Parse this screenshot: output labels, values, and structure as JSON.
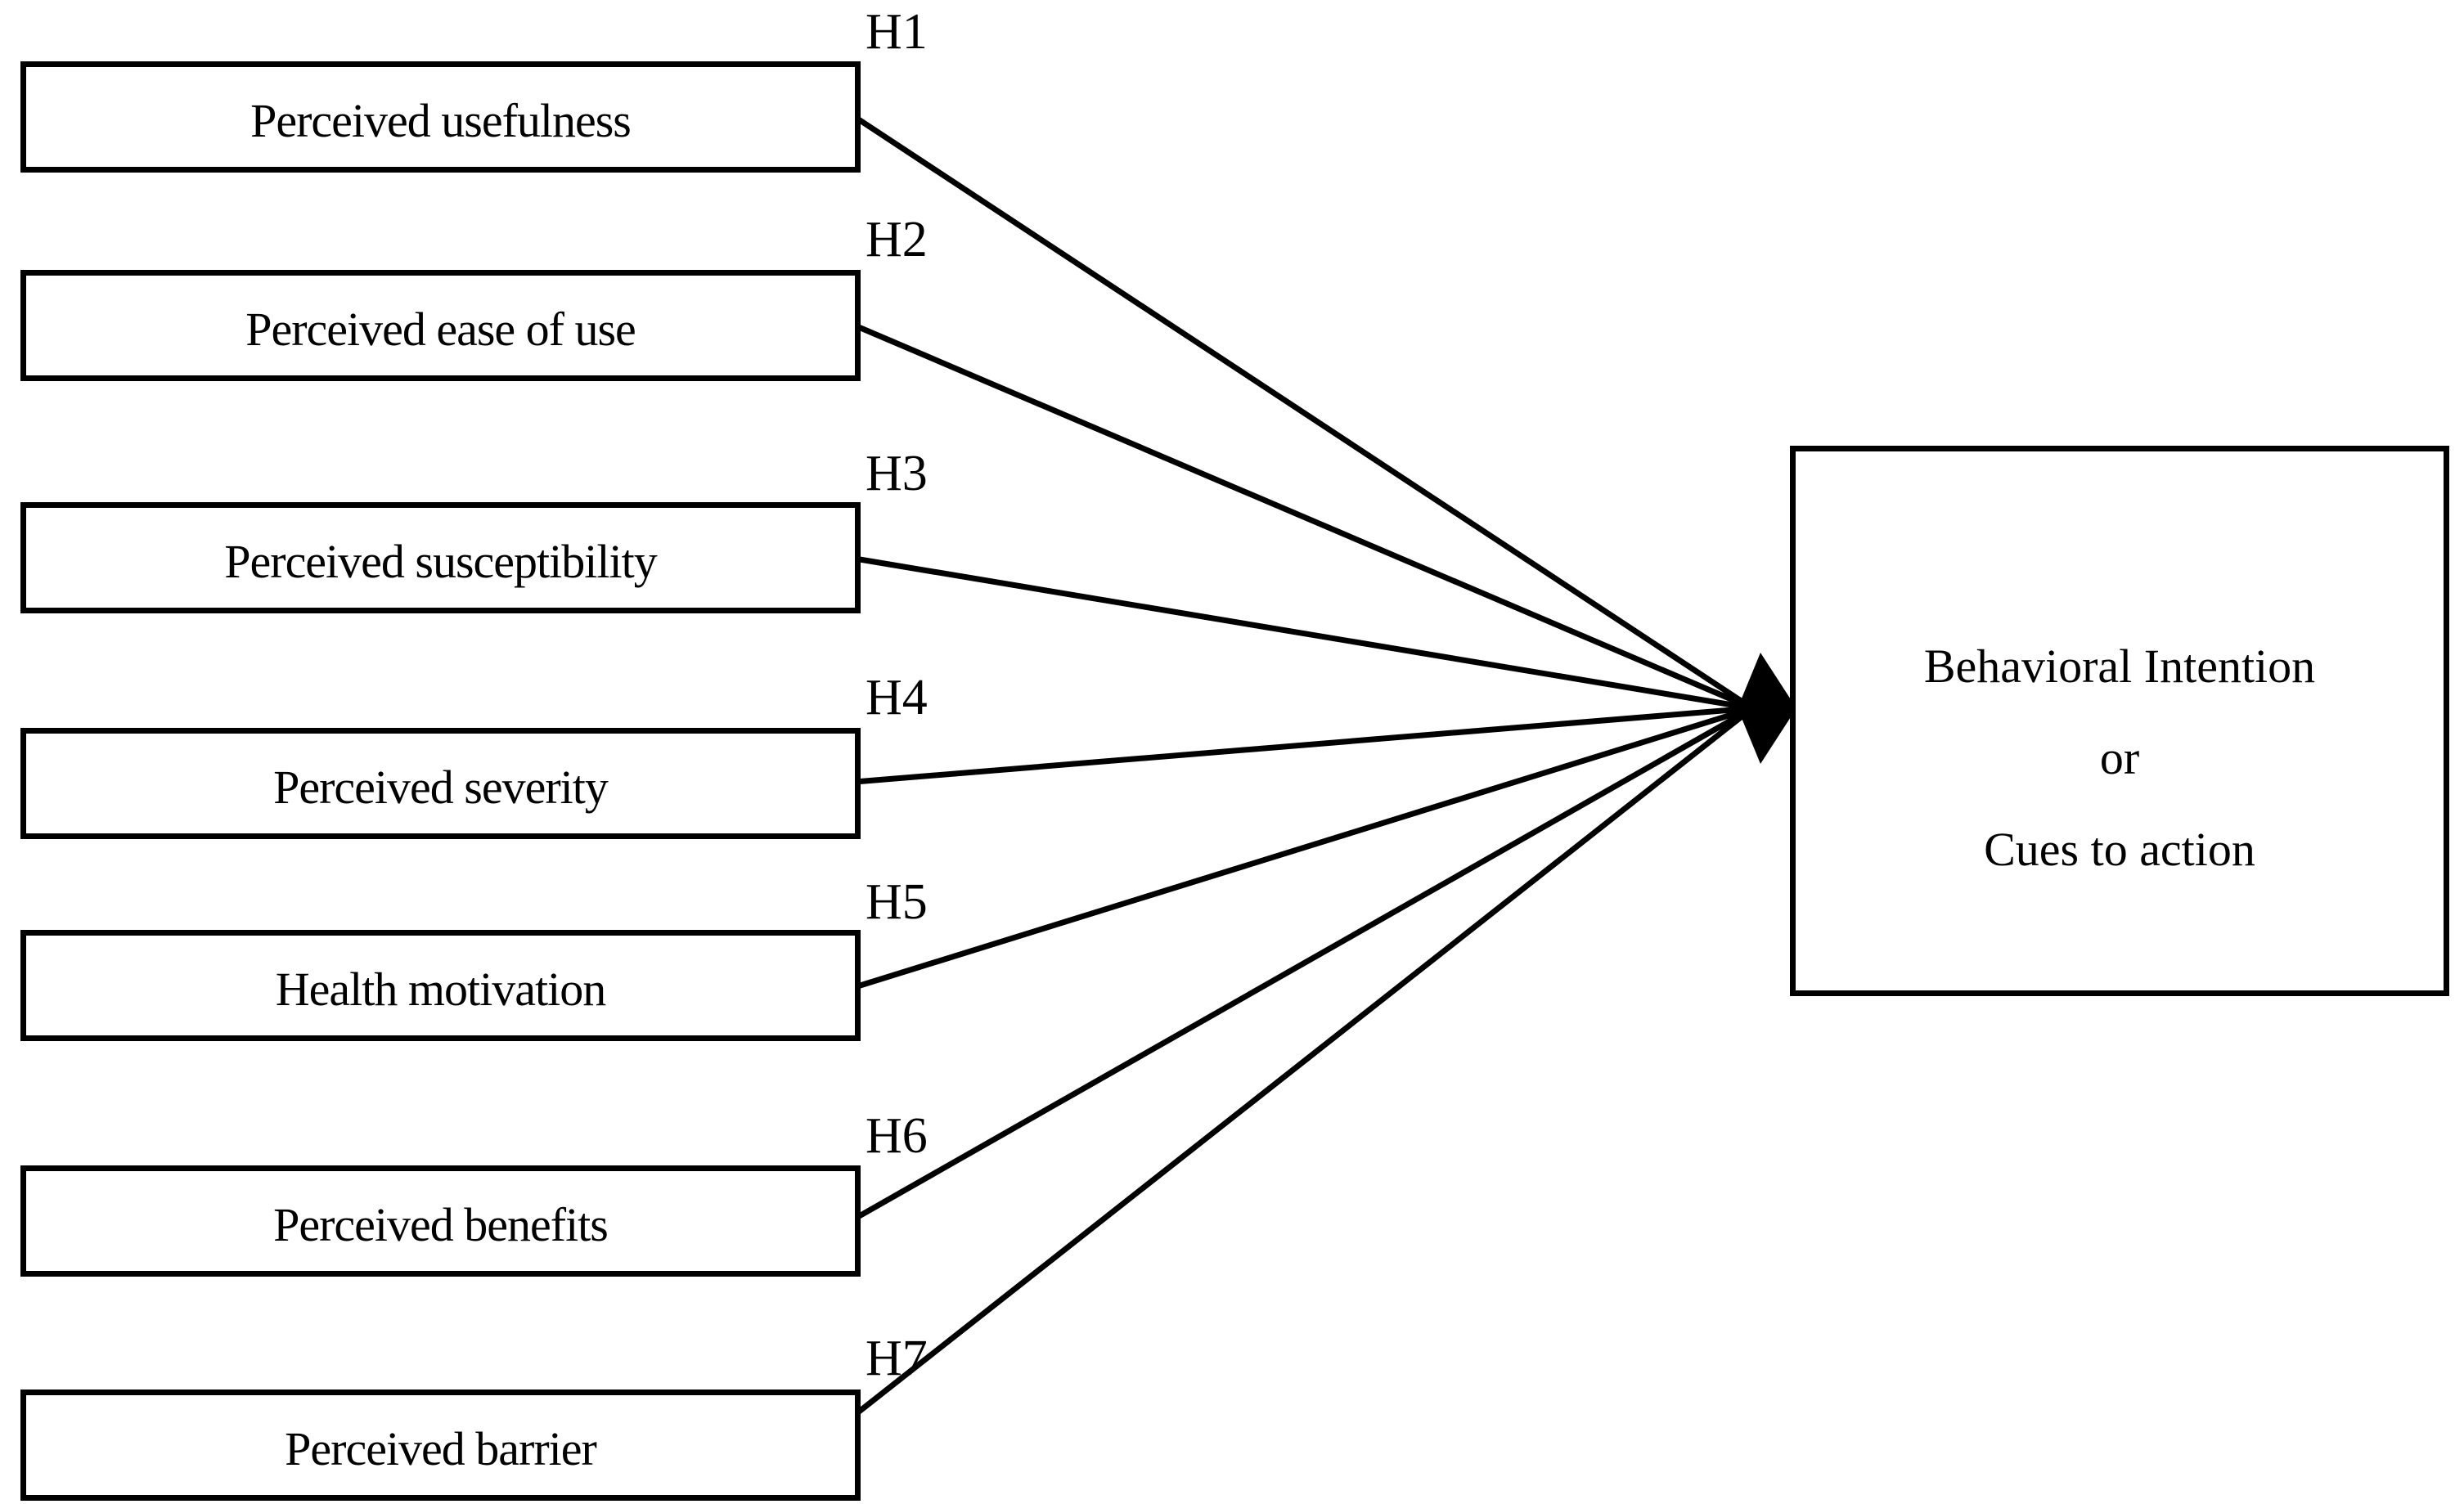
{
  "diagram": {
    "constructs": [
      {
        "label": "Perceived usefulness",
        "hypothesis": "H1"
      },
      {
        "label": "Perceived ease of use",
        "hypothesis": "H2"
      },
      {
        "label": "Perceived susceptibility",
        "hypothesis": "H3"
      },
      {
        "label": "Perceived severity",
        "hypothesis": "H4"
      },
      {
        "label": "Health motivation",
        "hypothesis": "H5"
      },
      {
        "label": "Perceived benefits",
        "hypothesis": "H6"
      },
      {
        "label": "Perceived barrier",
        "hypothesis": "H7"
      }
    ],
    "outcome": {
      "line1": "Behavioral Intention",
      "line2": "or",
      "line3": "Cues to action"
    },
    "colors": {
      "background": "#ffffff",
      "box_border": "#000000",
      "connector": "#000000",
      "text": "#000000"
    }
  }
}
